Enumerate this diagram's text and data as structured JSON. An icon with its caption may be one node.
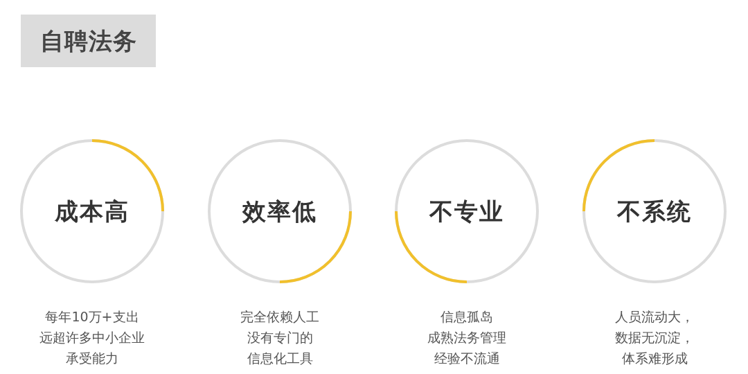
{
  "diagram": {
    "title": "自聘法务",
    "nodes": [
      {
        "text": [
          "成本高"
        ],
        "beside": [
          "每年10万+支出远超许多中小企业承受能力"
        ]
      },
      {
        "text": [
          "效率低"
        ],
        "beside": [
          "完全依赖人工没有专门的信息化工具"
        ]
      },
      {
        "text": [
          "不专业"
        ],
        "beside": [
          "信息孤岛成熟法务管理经验不流通"
        ]
      },
      {
        "text": [
          "不系统"
        ],
        "beside": [
          "人员流动大，数据无沉淀，体系难形成"
        ]
      }
    ]
  }
}
